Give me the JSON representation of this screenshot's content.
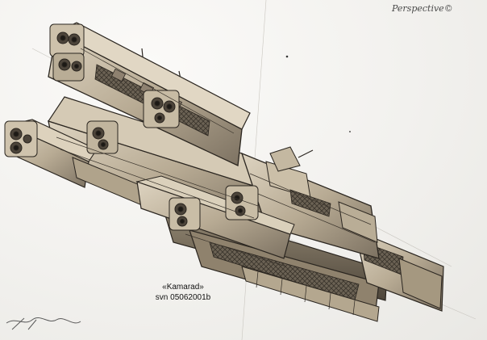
{
  "caption": {
    "title": "«Kamarad»",
    "serial": "svn 05062001b"
  },
  "signature_top": "Perspective©",
  "colors": {
    "paper": "#f3f2ef",
    "hull_light": "#cfc3ad",
    "hull_mid": "#a99c85",
    "hull_dark": "#5c5347",
    "ink": "#2b2620"
  }
}
